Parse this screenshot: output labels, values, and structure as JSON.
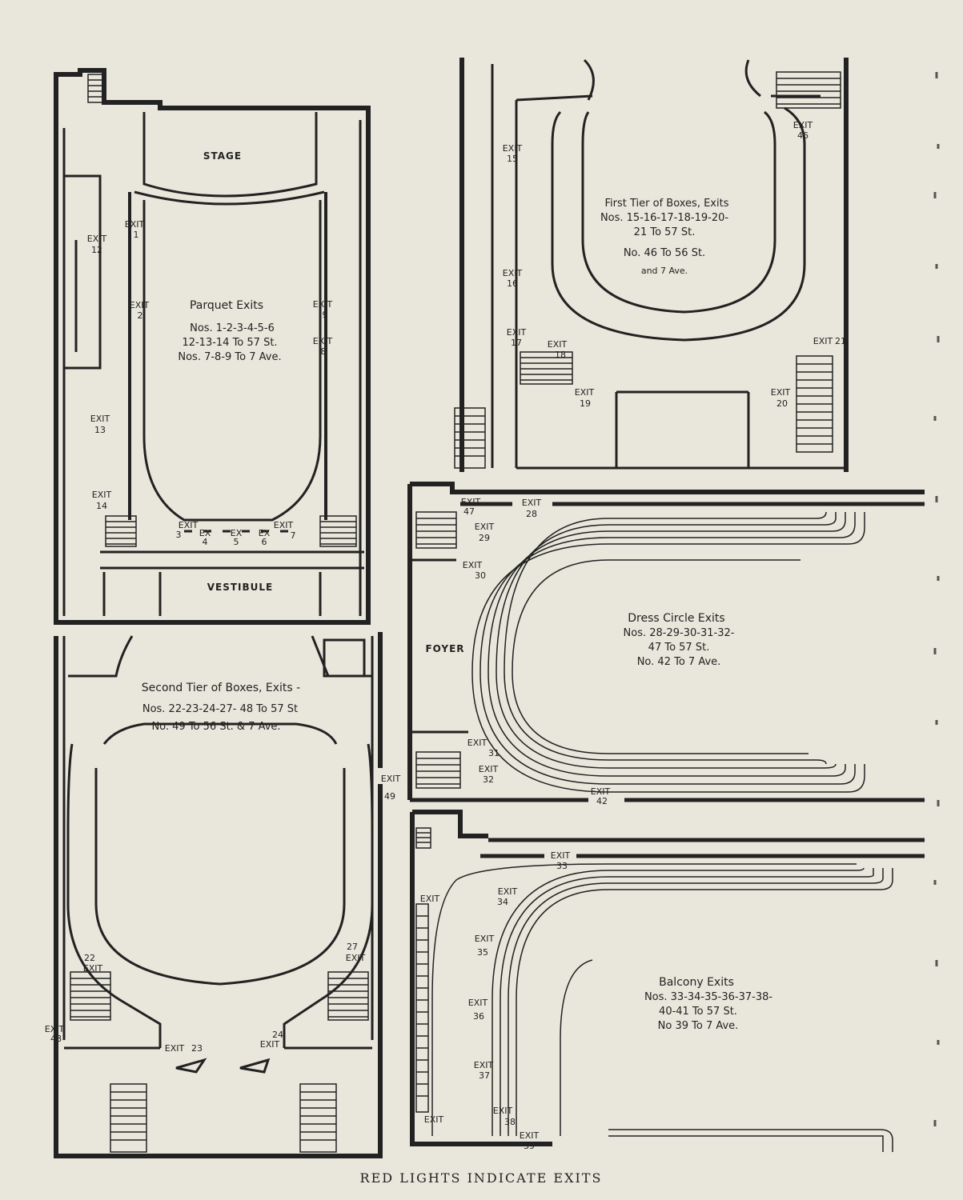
{
  "footer": "RED LIGHTS INDICATE EXITS",
  "parquet": {
    "stage": "STAGE",
    "vestibule": "VESTIBULE",
    "title": "Parquet Exits",
    "lines": [
      "Nos. 1-2-3-4-5-6",
      "12-13-14 To 57 St.",
      "Nos. 7-8-9 To 7 Ave."
    ],
    "exits": [
      {
        "t": "EXIT",
        "n": "1"
      },
      {
        "t": "EXIT",
        "n": "2"
      },
      {
        "t": "EXIT",
        "n": "12"
      },
      {
        "t": "EXIT",
        "n": "13"
      },
      {
        "t": "EXIT",
        "n": "14"
      },
      {
        "t": "EXIT",
        "n": "9"
      },
      {
        "t": "EXIT",
        "n": "8"
      },
      {
        "t": "EXIT",
        "n": "3"
      },
      {
        "t": "EX",
        "n": "4"
      },
      {
        "t": "EX",
        "n": "5"
      },
      {
        "t": "EX",
        "n": "6"
      },
      {
        "t": "EXIT",
        "n": "7"
      }
    ]
  },
  "first_tier": {
    "title": "First Tier of Boxes, Exits",
    "lines": [
      "Nos. 15-16-17-18-19-20-",
      "21 To 57 St.",
      "No. 46 To 56 St.",
      "and 7 Ave."
    ],
    "exits": [
      {
        "t": "EXIT",
        "n": "15"
      },
      {
        "t": "EXIT",
        "n": "16"
      },
      {
        "t": "EXIT",
        "n": "17"
      },
      {
        "t": "EXIT",
        "n": "18"
      },
      {
        "t": "EXIT",
        "n": "19"
      },
      {
        "t": "EXIT",
        "n": "20"
      },
      {
        "t": "EXIT",
        "n": "21"
      },
      {
        "t": "EXIT",
        "n": "46"
      }
    ]
  },
  "dress_circle": {
    "foyer": "FOYER",
    "title": "Dress Circle Exits",
    "lines": [
      "Nos. 28-29-30-31-32-",
      "47 To 57 St.",
      "No. 42 To 7 Ave."
    ],
    "exits": [
      {
        "t": "EXIT",
        "n": "47"
      },
      {
        "t": "EXIT",
        "n": "28"
      },
      {
        "t": "EXIT",
        "n": "29"
      },
      {
        "t": "EXIT",
        "n": "30"
      },
      {
        "t": "EXIT",
        "n": "31"
      },
      {
        "t": "EXIT",
        "n": "32"
      },
      {
        "t": "EXIT",
        "n": "42"
      }
    ]
  },
  "second_tier": {
    "title": "Second Tier of Boxes, Exits -",
    "lines": [
      "Nos. 22-23-24-27- 48 To 57 St",
      "No. 49 To 56 St. & 7 Ave."
    ],
    "exits": [
      {
        "t": "EXIT",
        "n": "49"
      },
      {
        "t": "EXIT",
        "n": "22"
      },
      {
        "t": "EXIT",
        "n": "27"
      },
      {
        "t": "EXIT",
        "n": "48"
      },
      {
        "t": "EXIT",
        "n": "23"
      },
      {
        "t": "EXIT",
        "n": "24"
      }
    ]
  },
  "balcony": {
    "title": "Balcony Exits",
    "lines": [
      "Nos. 33-34-35-36-37-38-",
      "40-41 To 57 St.",
      "No 39 To 7 Ave."
    ],
    "exits": [
      {
        "t": "EXIT",
        "n": "33"
      },
      {
        "t": "EXIT",
        "n": ""
      },
      {
        "t": "EXIT",
        "n": "34"
      },
      {
        "t": "EXIT",
        "n": "35"
      },
      {
        "t": "EXIT",
        "n": "36"
      },
      {
        "t": "EXIT",
        "n": "37"
      },
      {
        "t": "EXIT",
        "n": "38"
      },
      {
        "t": "EXIT",
        "n": ""
      },
      {
        "t": "EXIT",
        "n": "39"
      }
    ]
  }
}
